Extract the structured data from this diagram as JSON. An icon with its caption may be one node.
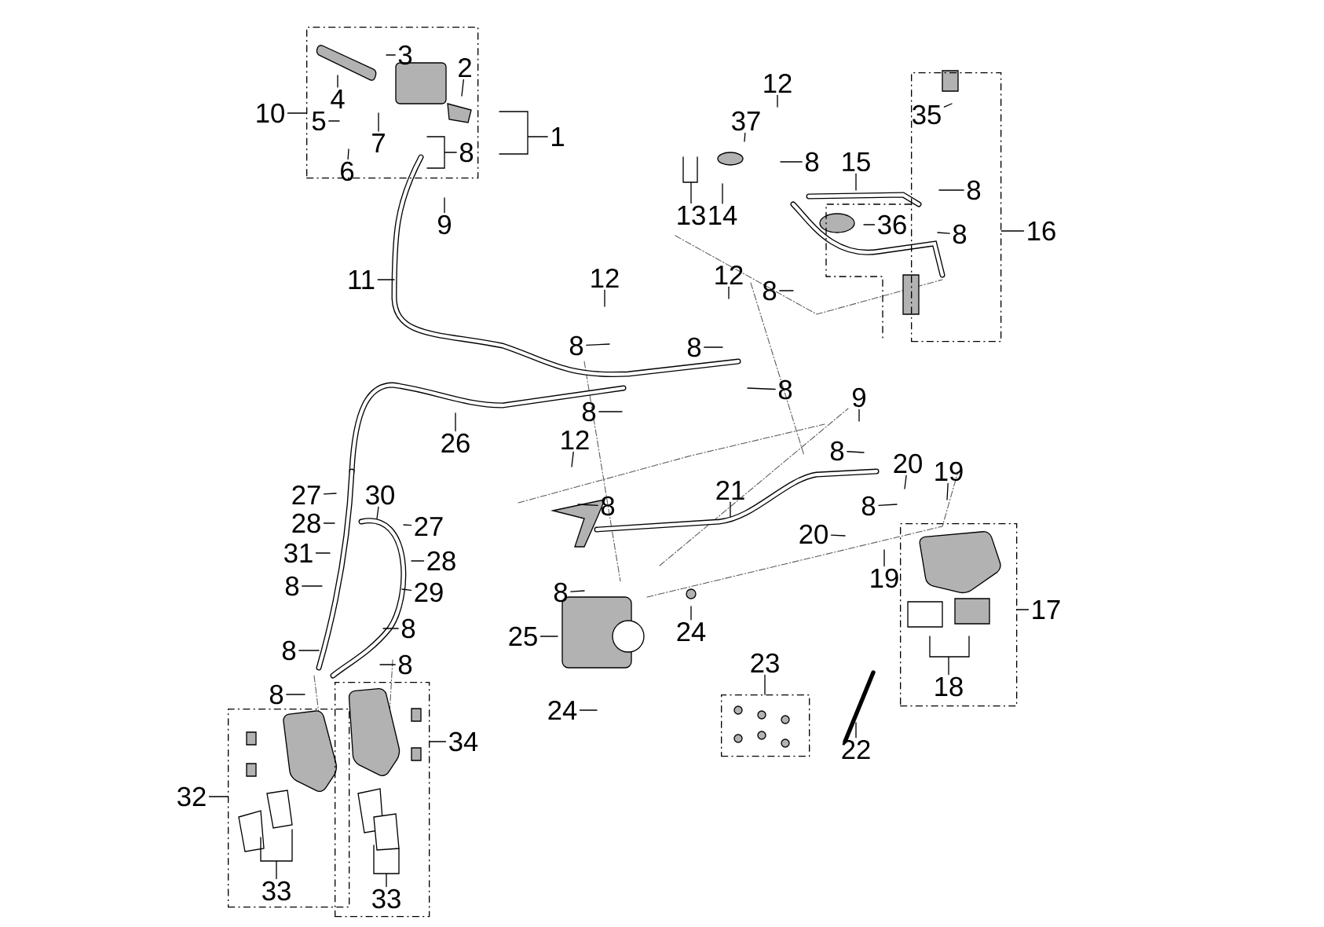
{
  "diagram": {
    "nodes": [
      {
        "text": [],
        "shape": "box"
      },
      {
        "text": [],
        "shape": "box"
      },
      {
        "text": [],
        "shape": "box"
      },
      {
        "text": [],
        "shape": "box"
      },
      {
        "text": [],
        "shape": "box"
      },
      {
        "text": [],
        "shape": "box"
      },
      {
        "text": [
          "10"
        ]
      },
      {
        "text": [
          "3"
        ],
        "in": 0
      },
      {
        "text": [
          "2"
        ],
        "in": 0
      },
      {
        "text": [
          "1"
        ]
      },
      {
        "text": [
          "4"
        ],
        "in": 0
      },
      {
        "text": [
          "5"
        ],
        "in": 0
      },
      {
        "text": [
          "7"
        ],
        "in": 0
      },
      {
        "text": [
          "6"
        ],
        "in": 0
      },
      {
        "text": [
          "8"
        ],
        "in": 0
      },
      {
        "text": [
          "9"
        ]
      },
      {
        "text": [
          "11"
        ]
      },
      {
        "text": [
          "12"
        ]
      },
      {
        "text": [
          "37"
        ]
      },
      {
        "text": [
          "8"
        ]
      },
      {
        "text": [
          "35"
        ],
        "in": 1
      },
      {
        "text": [
          "15"
        ]
      },
      {
        "text": [
          "8"
        ],
        "in": 1
      },
      {
        "text": [
          "13"
        ]
      },
      {
        "text": [
          "14"
        ]
      },
      {
        "text": [
          "36"
        ]
      },
      {
        "text": [
          "8"
        ],
        "in": 1
      },
      {
        "text": [
          "16"
        ]
      },
      {
        "text": [
          "12"
        ]
      },
      {
        "text": [
          "12"
        ]
      },
      {
        "text": [
          "8"
        ]
      },
      {
        "text": [
          "8"
        ]
      },
      {
        "text": [
          "8"
        ]
      },
      {
        "text": [
          "8"
        ]
      },
      {
        "text": [
          "9"
        ]
      },
      {
        "text": [
          "8"
        ]
      },
      {
        "text": [
          "26"
        ]
      },
      {
        "text": [
          "12"
        ]
      },
      {
        "text": [
          "8"
        ]
      },
      {
        "text": [
          "20"
        ]
      },
      {
        "text": [
          "19"
        ]
      },
      {
        "text": [
          "21"
        ]
      },
      {
        "text": [
          "27"
        ]
      },
      {
        "text": [
          "30"
        ]
      },
      {
        "text": [
          "8"
        ]
      },
      {
        "text": [
          "8"
        ]
      },
      {
        "text": [
          "28"
        ]
      },
      {
        "text": [
          "27"
        ]
      },
      {
        "text": [
          "20"
        ]
      },
      {
        "text": [
          "31"
        ]
      },
      {
        "text": [
          "28"
        ]
      },
      {
        "text": [
          "19"
        ]
      },
      {
        "text": [
          "8"
        ]
      },
      {
        "text": [
          "29"
        ]
      },
      {
        "text": [
          "8"
        ]
      },
      {
        "text": [
          "17"
        ]
      },
      {
        "text": [
          "8"
        ]
      },
      {
        "text": [
          "24"
        ]
      },
      {
        "text": [
          "25"
        ]
      },
      {
        "text": [
          "8"
        ]
      },
      {
        "text": [
          "23"
        ]
      },
      {
        "text": [
          "8"
        ]
      },
      {
        "text": [
          "18"
        ],
        "in": 2
      },
      {
        "text": [
          "8"
        ]
      },
      {
        "text": [
          "24"
        ]
      },
      {
        "text": [
          "34"
        ]
      },
      {
        "text": [
          "22"
        ]
      },
      {
        "text": [
          "32"
        ]
      },
      {
        "text": [
          "33"
        ],
        "in": 3
      },
      {
        "text": [
          "33"
        ],
        "in": 4
      }
    ],
    "edges": [
      {
        "from": 6,
        "to": 0,
        "arrow": "none"
      },
      {
        "from": 7,
        "to": null,
        "arrow": "none"
      },
      {
        "from": 8,
        "to": null,
        "arrow": "none"
      },
      {
        "from": 9,
        "to": null,
        "arrow": "none"
      },
      {
        "from": 10,
        "to": null,
        "arrow": "none"
      },
      {
        "from": 11,
        "to": null,
        "arrow": "none"
      },
      {
        "from": 12,
        "to": null,
        "arrow": "none"
      },
      {
        "from": 13,
        "to": null,
        "arrow": "none"
      },
      {
        "from": 14,
        "to": null,
        "arrow": "none"
      },
      {
        "from": 15,
        "to": null,
        "arrow": "none"
      },
      {
        "from": 16,
        "to": null,
        "arrow": "none"
      },
      {
        "from": 17,
        "to": null,
        "arrow": "none"
      },
      {
        "from": 18,
        "to": null,
        "arrow": "none"
      },
      {
        "from": 19,
        "to": null,
        "arrow": "none"
      },
      {
        "from": 20,
        "to": null,
        "arrow": "none"
      },
      {
        "from": 21,
        "to": null,
        "arrow": "none"
      },
      {
        "from": 22,
        "to": null,
        "arrow": "none"
      },
      {
        "from": 23,
        "to": null,
        "arrow": "none"
      },
      {
        "from": 24,
        "to": null,
        "arrow": "none"
      },
      {
        "from": 25,
        "to": null,
        "arrow": "none"
      },
      {
        "from": 26,
        "to": null,
        "arrow": "none"
      },
      {
        "from": 27,
        "to": 1,
        "arrow": "none"
      },
      {
        "from": 28,
        "to": null,
        "arrow": "none"
      },
      {
        "from": 29,
        "to": null,
        "arrow": "none"
      },
      {
        "from": 30,
        "to": null,
        "arrow": "none"
      },
      {
        "from": 31,
        "to": null,
        "arrow": "none"
      },
      {
        "from": 32,
        "to": null,
        "arrow": "none"
      },
      {
        "from": 33,
        "to": null,
        "arrow": "none"
      },
      {
        "from": 34,
        "to": null,
        "arrow": "none"
      },
      {
        "from": 35,
        "to": null,
        "arrow": "none"
      },
      {
        "from": 36,
        "to": null,
        "arrow": "none"
      },
      {
        "from": 37,
        "to": null,
        "arrow": "none"
      },
      {
        "from": 38,
        "to": null,
        "arrow": "none"
      },
      {
        "from": 39,
        "to": null,
        "arrow": "none"
      },
      {
        "from": 40,
        "to": null,
        "arrow": "none"
      },
      {
        "from": 41,
        "to": null,
        "arrow": "none"
      },
      {
        "from": 42,
        "to": null,
        "arrow": "none"
      },
      {
        "from": 43,
        "to": null,
        "arrow": "none"
      },
      {
        "from": 44,
        "to": null,
        "arrow": "none"
      },
      {
        "from": 45,
        "to": null,
        "arrow": "none"
      },
      {
        "from": 46,
        "to": null,
        "arrow": "none"
      },
      {
        "from": 47,
        "to": null,
        "arrow": "none"
      },
      {
        "from": 48,
        "to": null,
        "arrow": "none"
      },
      {
        "from": 49,
        "to": null,
        "arrow": "none"
      },
      {
        "from": 50,
        "to": null,
        "arrow": "none"
      },
      {
        "from": 51,
        "to": null,
        "arrow": "none"
      },
      {
        "from": 52,
        "to": null,
        "arrow": "none"
      },
      {
        "from": 53,
        "to": null,
        "arrow": "none"
      },
      {
        "from": 54,
        "to": null,
        "arrow": "none"
      },
      {
        "from": 55,
        "to": 2,
        "arrow": "none"
      },
      {
        "from": 56,
        "to": null,
        "arrow": "none"
      },
      {
        "from": 57,
        "to": null,
        "arrow": "none"
      },
      {
        "from": 58,
        "to": null,
        "arrow": "none"
      },
      {
        "from": 59,
        "to": null,
        "arrow": "none"
      },
      {
        "from": 60,
        "to": 5,
        "arrow": "none"
      },
      {
        "from": 61,
        "to": null,
        "arrow": "none"
      },
      {
        "from": 62,
        "to": null,
        "arrow": "none"
      },
      {
        "from": 63,
        "to": null,
        "arrow": "none"
      },
      {
        "from": 64,
        "to": null,
        "arrow": "none"
      },
      {
        "from": 65,
        "to": 4,
        "arrow": "none"
      },
      {
        "from": 66,
        "to": null,
        "arrow": "none"
      },
      {
        "from": 67,
        "to": 3,
        "arrow": "none"
      },
      {
        "from": 68,
        "to": null,
        "arrow": "none"
      },
      {
        "from": 69,
        "to": null,
        "arrow": "none"
      }
    ]
  }
}
